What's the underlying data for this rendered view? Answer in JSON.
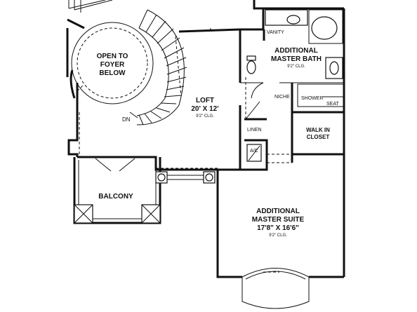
{
  "rooms": {
    "foyer_open": [
      "OPEN TO",
      "FOYER",
      "BELOW"
    ],
    "stair_down": "DN",
    "loft": {
      "name": "LOFT",
      "dims": "20' X 12'",
      "clg": "9'2\" CLG."
    },
    "vanity": "VANITY",
    "bath": {
      "name1": "ADDITIONAL",
      "name2": "MASTER BATH",
      "clg": "9'2\" CLG."
    },
    "niche": "NICHE",
    "shower": "SHOWER",
    "seat": "SEAT",
    "linen": "LINEN",
    "walk_in_closet": [
      "WALK IN",
      "CLOSET"
    ],
    "ac": "A/C",
    "balcony": "BALCONY",
    "suite": {
      "name1": "ADDITIONAL",
      "name2": "MASTER SUITE",
      "dims": "17'8\" X 16'6\"",
      "clg": "9'2\" CLG."
    }
  }
}
